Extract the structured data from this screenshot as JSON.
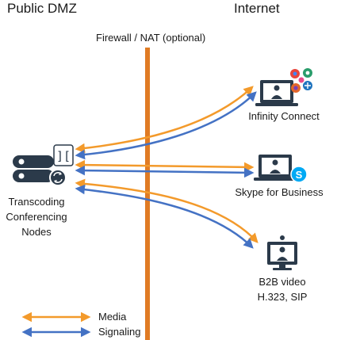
{
  "zones": {
    "left_title": "Public DMZ",
    "right_title": "Internet"
  },
  "firewall": {
    "label": "Firewall / NAT (optional)",
    "color": "#e07b24"
  },
  "nodes": {
    "conferencing": {
      "lines": [
        "Transcoding",
        "Conferencing",
        "Nodes"
      ],
      "icon": "server-stack-icon"
    },
    "endpoints": [
      {
        "label_lines": [
          "Infinity Connect"
        ],
        "icon": "laptop-user-icon"
      },
      {
        "label_lines": [
          "Skype for Business"
        ],
        "icon": "laptop-skype-icon"
      },
      {
        "label_lines": [
          "B2B video",
          "H.323, SIP"
        ],
        "icon": "video-endpoint-icon"
      }
    ]
  },
  "legend": {
    "items": [
      {
        "label": "Media",
        "color": "#f39a2b"
      },
      {
        "label": "Signaling",
        "color": "#4472c4"
      }
    ]
  },
  "colors": {
    "media": "#f39a2b",
    "signaling": "#4472c4",
    "icon_dark": "#2b3a4a"
  }
}
